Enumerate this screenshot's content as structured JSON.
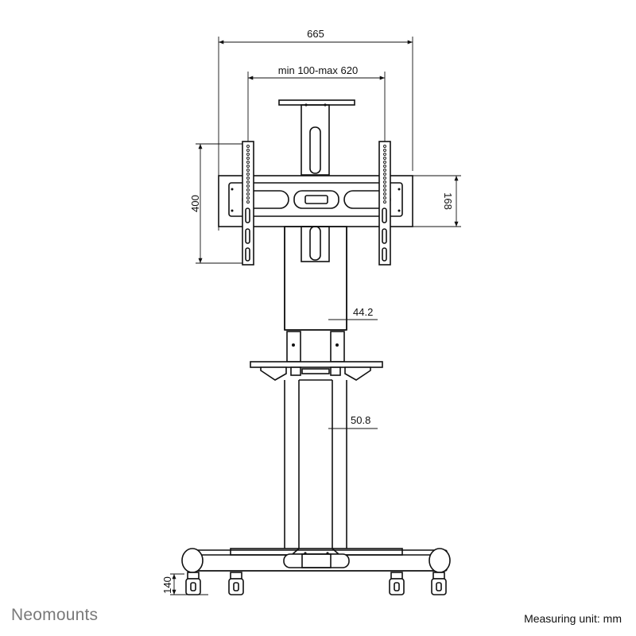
{
  "brand": {
    "name": "Neomounts",
    "color": "#7a7a7a"
  },
  "footer": {
    "measuring_unit": "Measuring unit: mm"
  },
  "dimensions": {
    "overall_width": "665",
    "vesa_range": "min 100-max 620",
    "bracket_height": "400",
    "plate_height": "168",
    "upper_pole_diameter": "44.2",
    "lower_pole_diameter": "50.8",
    "base_height": "140"
  }
}
